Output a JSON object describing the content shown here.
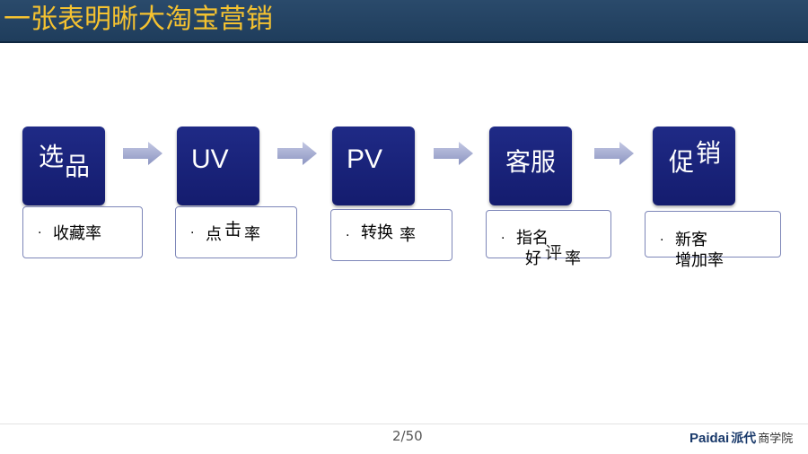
{
  "slide": {
    "title": "一张表明晰大淘宝营销",
    "page_number": "2/50"
  },
  "stages": [
    {
      "name_a": "选",
      "name_b": "品"
    },
    {
      "name_a": "UV",
      "name_b": ""
    },
    {
      "name_a": "PV",
      "name_b": ""
    },
    {
      "name_a": "客服",
      "name_b": ""
    },
    {
      "name_a": "促",
      "name_b": "销"
    }
  ],
  "details": [
    {
      "bullet": "·",
      "line1_a": "收藏率",
      "line1_b": "",
      "line1_c": "",
      "line2_a": "",
      "line2_b": "",
      "line2_c": ""
    },
    {
      "bullet": "·",
      "line1_a": "点",
      "line1_b": "击",
      "line1_c": "率",
      "line2_a": "",
      "line2_b": "",
      "line2_c": ""
    },
    {
      "bullet": "·",
      "line1_a": "转换",
      "line1_b": "率",
      "line1_c": "",
      "line2_a": "",
      "line2_b": "",
      "line2_c": ""
    },
    {
      "bullet": "·",
      "line1_a": "指名",
      "line1_b": "",
      "line1_c": "",
      "line2_a": "好",
      "line2_b": "评",
      "line2_c": "率"
    },
    {
      "bullet": "·",
      "line1_a": "新客",
      "line1_b": "",
      "line1_c": "",
      "line2_a": "增加率",
      "line2_b": "",
      "line2_c": ""
    }
  ],
  "brand": {
    "latin": "Paidai",
    "chinese": "派代",
    "school": "商学院"
  },
  "colors": {
    "title_bar": "#1f3d5c",
    "title_text": "#f5c230",
    "stage_fill": "#1a2380",
    "detail_border": "#7d86b8",
    "arrow_fill": "#a6aed3"
  },
  "icons": {
    "flow_arrow": "right-arrow-icon",
    "bullet": "bullet-dot"
  }
}
